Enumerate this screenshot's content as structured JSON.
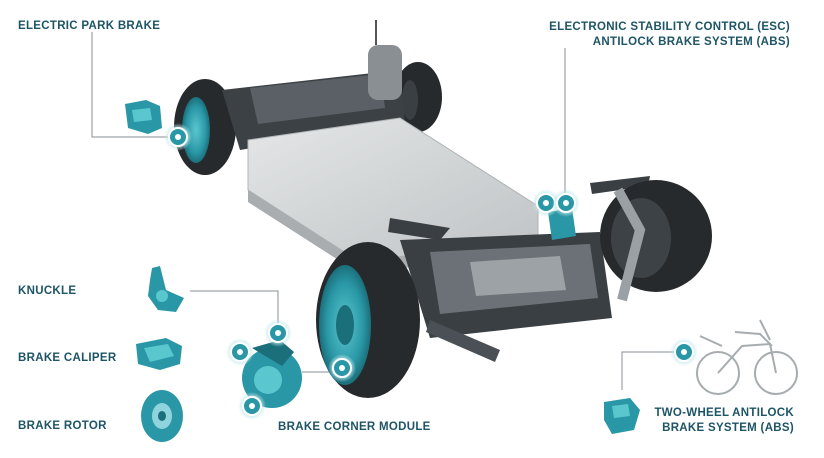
{
  "labels": {
    "electric_park_brake": "ELECTRIC PARK BRAKE",
    "esc_line1": "ELECTRONIC STABILITY CONTROL (ESC)",
    "esc_line2": "ANTILOCK BRAKE SYSTEM (ABS)",
    "knuckle": "KNUCKLE",
    "brake_caliper": "BRAKE CALIPER",
    "brake_rotor": "BRAKE ROTOR",
    "brake_corner_module": "BRAKE CORNER MODULE",
    "two_wheel_line1": "TWO-WHEEL ANTILOCK",
    "two_wheel_line2": "BRAKE SYSTEM (ABS)"
  },
  "hotspots": [
    "electric-park-brake-hotspot",
    "esc-hotspot",
    "abs-hotspot",
    "caliper-hotspot",
    "rotor-hotspot",
    "knuckle-hotspot",
    "brake-corner-module-hotspot",
    "motorcycle-abs-hotspot"
  ],
  "colors": {
    "label_text": "#1d5466",
    "accent_teal": "#2a97a6",
    "hotspot_ring": "#8fd3dc",
    "leader_line": "#8a8f93",
    "tire": "#262a2d",
    "chassis_panel": "#cfd2d4"
  },
  "icons": [
    "park-brake-unit-icon",
    "knuckle-icon",
    "brake-caliper-icon",
    "brake-rotor-icon",
    "abs-module-icon",
    "motorcycle-icon",
    "esc-module-icon"
  ]
}
